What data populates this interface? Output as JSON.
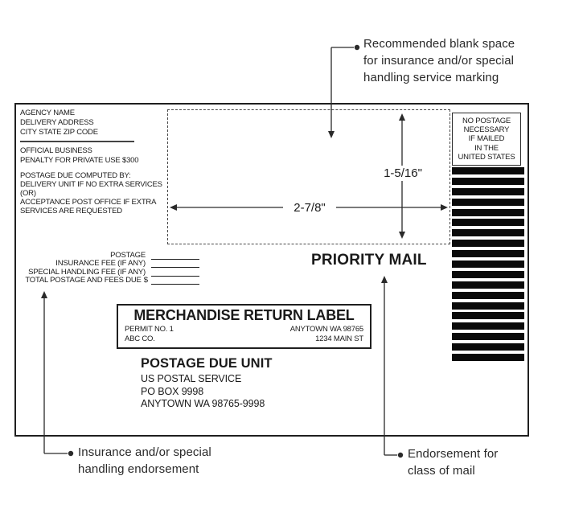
{
  "figure": {
    "type": "merchandise-return-label-exhibit"
  },
  "annotations": {
    "blank_space": {
      "lines": [
        "Recommended blank space",
        "for insurance and/or special",
        "handling service marking"
      ]
    },
    "insurance_endorsement": {
      "lines": [
        "Insurance and/or special",
        "handling endorsement"
      ]
    },
    "class_endorsement": {
      "lines": [
        "Endorsement for",
        "class of mail"
      ]
    }
  },
  "envelope": {
    "return_address": {
      "agency_lines": [
        "AGENCY NAME",
        "DELIVERY ADDRESS",
        "CITY STATE ZIP CODE"
      ],
      "official_lines": [
        "OFFICIAL BUSINESS",
        "PENALTY FOR PRIVATE USE $300"
      ],
      "postage_due_lines": [
        "POSTAGE DUE COMPUTED BY:",
        "DELIVERY UNIT IF NO EXTRA SERVICES",
        "(OR)",
        "ACCEPTANCE POST OFFICE IF EXTRA",
        "SERVICES ARE REQUESTED"
      ]
    },
    "dimensions": {
      "height_label": "1-5/16\"",
      "width_label": "2-7/8\""
    },
    "fees": {
      "rows": [
        {
          "label": "POSTAGE",
          "prefix": ""
        },
        {
          "label": "INSURANCE FEE (IF ANY)",
          "prefix": ""
        },
        {
          "label": "SPECIAL HANDLING  FEE (IF ANY)",
          "prefix": ""
        },
        {
          "label": "TOTAL POSTAGE AND FEES DUE",
          "prefix": "$"
        }
      ]
    },
    "class_marking": "PRIORITY MAIL",
    "no_postage_box": {
      "lines": [
        "NO POSTAGE",
        "NECESSARY",
        "IF MAILED",
        "IN THE",
        "UNITED STATES"
      ]
    },
    "barcode": {
      "bar_count": 19
    },
    "mrl_box": {
      "title": "MERCHANDISE RETURN LABEL",
      "left_lines": [
        "PERMIT NO. 1",
        "ABC CO."
      ],
      "right_lines": [
        "ANYTOWN WA 98765",
        "1234 MAIN ST"
      ]
    },
    "postage_due_unit": {
      "title": "POSTAGE DUE UNIT",
      "lines": [
        "US POSTAL SERVICE",
        "PO BOX 9998",
        "ANYTOWN WA 98765-9998"
      ]
    }
  },
  "colors": {
    "ink": "#1a1a1a",
    "background": "#ffffff",
    "bar_fill": "#0a0a0a"
  }
}
